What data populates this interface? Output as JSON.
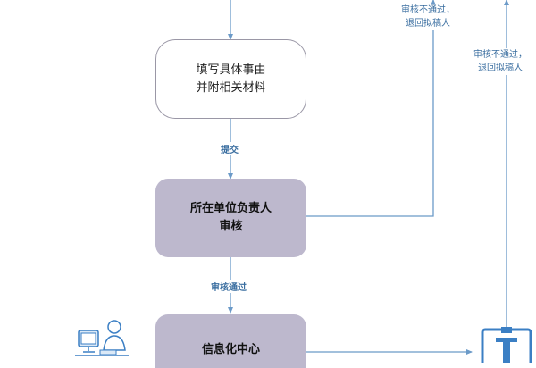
{
  "colors": {
    "connector": "#6b9ac8",
    "box_fill_purple": "#bdb8cd",
    "box_border": "#9a97a6",
    "label_text": "#3a6ea0",
    "icon_blue": "#3b7fc4"
  },
  "nodes": {
    "fill_details": {
      "line1": "填写具体事由",
      "line2": "并附相关材料"
    },
    "unit_head_review": {
      "line1": "所在单位负责人",
      "line2": "审核"
    },
    "info_center": {
      "line1": "信息化中心"
    }
  },
  "edges": {
    "submit": "提交",
    "review_passed": "审核通过"
  },
  "notes": {
    "reject_1": {
      "line1": "审核不通过，",
      "line2": "退回拟稿人"
    },
    "reject_2": {
      "line1": "审核不通过，",
      "line2": "退回拟稿人"
    }
  },
  "icons": {
    "left": "computer-user-icon",
    "right": "document-clipboard-icon"
  }
}
